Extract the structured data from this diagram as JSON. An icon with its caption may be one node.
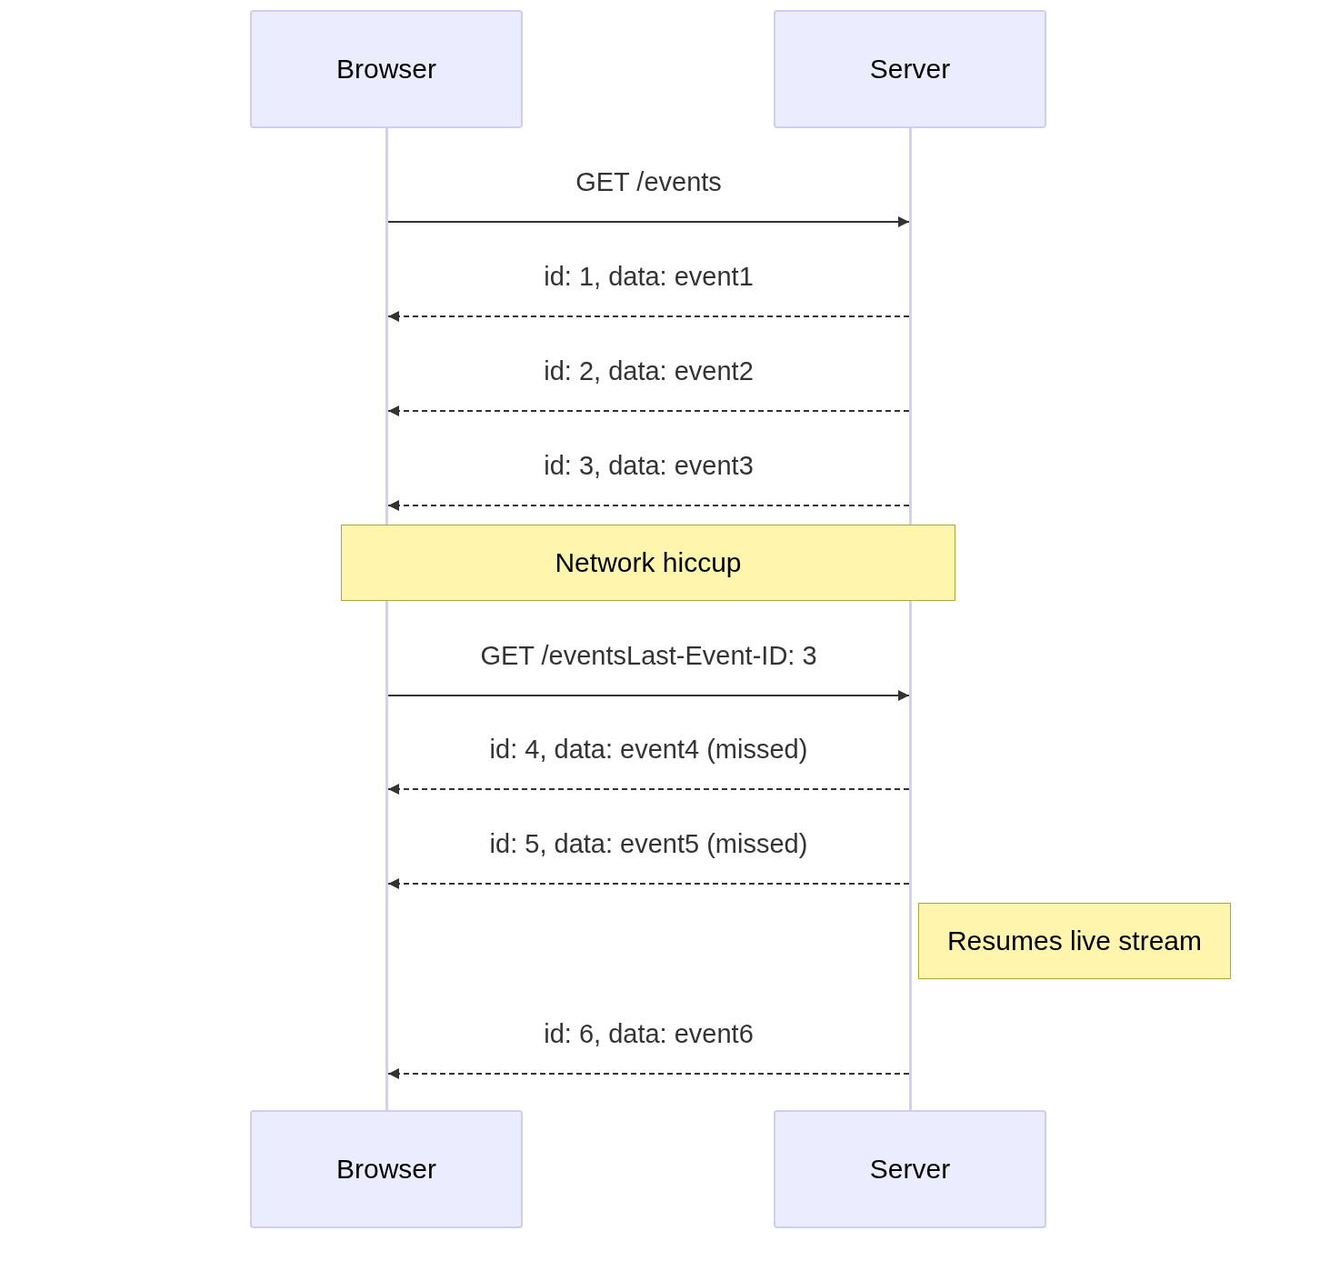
{
  "diagram": {
    "nodes": [
      {
        "text": [
          "Browser"
        ]
      },
      {
        "text": [
          "Server"
        ]
      },
      {
        "text": [],
        "shape": "bar"
      },
      {
        "text": [],
        "shape": "bar"
      },
      {
        "text": [
          "Network hiccup"
        ]
      },
      {
        "text": [
          "Resumes live stream"
        ]
      },
      {
        "text": [
          "Browser"
        ]
      },
      {
        "text": [
          "Server"
        ]
      }
    ],
    "edges": [
      {
        "from": 2,
        "to": 3,
        "arrow": "to",
        "label": "GET /events"
      },
      {
        "from": 3,
        "to": 2,
        "arrow": "to",
        "label": "id: 1, data: event1",
        "style": "dashed"
      },
      {
        "from": 3,
        "to": 2,
        "arrow": "to",
        "label": "id: 2, data: event2",
        "style": "dashed"
      },
      {
        "from": 3,
        "to": 2,
        "arrow": "to",
        "label": "id: 3, data: event3",
        "style": "dashed"
      },
      {
        "from": 2,
        "to": 3,
        "arrow": "to",
        "label": "GET /eventsLast-Event-ID: 3"
      },
      {
        "from": 3,
        "to": 2,
        "arrow": "to",
        "label": "id: 4, data: event4 (missed)",
        "style": "dashed"
      },
      {
        "from": 3,
        "to": 2,
        "arrow": "to",
        "label": "id: 5, data: event5 (missed)",
        "style": "dashed"
      },
      {
        "from": 3,
        "to": 2,
        "arrow": "to",
        "label": "id: 6, data: event6",
        "style": "dashed"
      }
    ]
  }
}
